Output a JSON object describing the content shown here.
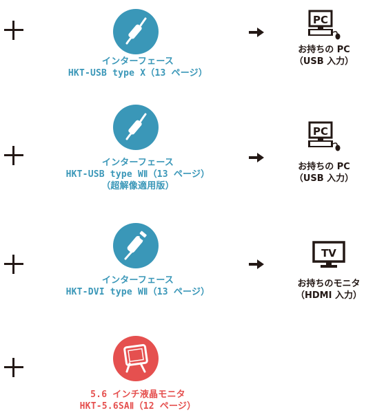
{
  "colors": {
    "teal": "#3a97b8",
    "red": "#e5504f",
    "dark": "#231815"
  },
  "rows": [
    {
      "icon": "usb-cable-icon",
      "line1": "インターフェース",
      "line2": "HKT-USB type X（13 ページ）",
      "target_icon": "pc-icon",
      "target_icon_text": "PC",
      "target1": "お持ちの PC",
      "target2": "（USB 入力）"
    },
    {
      "icon": "usb-cable-icon",
      "line1": "インターフェース",
      "line2": "HKT-USB type WⅡ（13 ページ）",
      "line3": "（超解像適用版）",
      "target_icon": "pc-icon",
      "target_icon_text": "PC",
      "target1": "お持ちの PC",
      "target2": "（USB 入力）"
    },
    {
      "icon": "dvi-cable-icon",
      "line1": "インターフェース",
      "line2": "HKT-DVI type WⅡ（13 ページ）",
      "target_icon": "tv-monitor-icon",
      "target_icon_text": "TV",
      "target1": "お持ちのモニタ",
      "target2": "（HDMI 入力）"
    },
    {
      "icon": "lcd-monitor-icon",
      "line1": "5.6 インチ液晶モニタ",
      "line2": "HKT-5.6SAⅡ（12 ページ）"
    }
  ]
}
